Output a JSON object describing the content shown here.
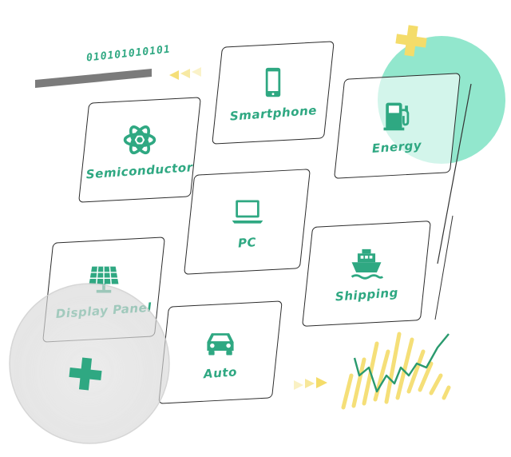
{
  "binary_text": "010101010101",
  "tiles": [
    {
      "label": "Smartphone",
      "icon": "smartphone-icon"
    },
    {
      "label": "Semiconductor",
      "icon": "atom-icon"
    },
    {
      "label": "Energy",
      "icon": "fuel-pump-icon"
    },
    {
      "label": "PC",
      "icon": "laptop-icon"
    },
    {
      "label": "Display Panel",
      "icon": "solar-panel-icon"
    },
    {
      "label": "Shipping",
      "icon": "ship-icon"
    },
    {
      "label": "Auto",
      "icon": "car-icon"
    }
  ],
  "colors": {
    "accent_green": "#2fa882",
    "mint_circle": "#7fe3c4",
    "yellow": "#f4dc6a",
    "gray_bar": "#7b7b7b",
    "lens_gray": "#e3e3e3"
  }
}
